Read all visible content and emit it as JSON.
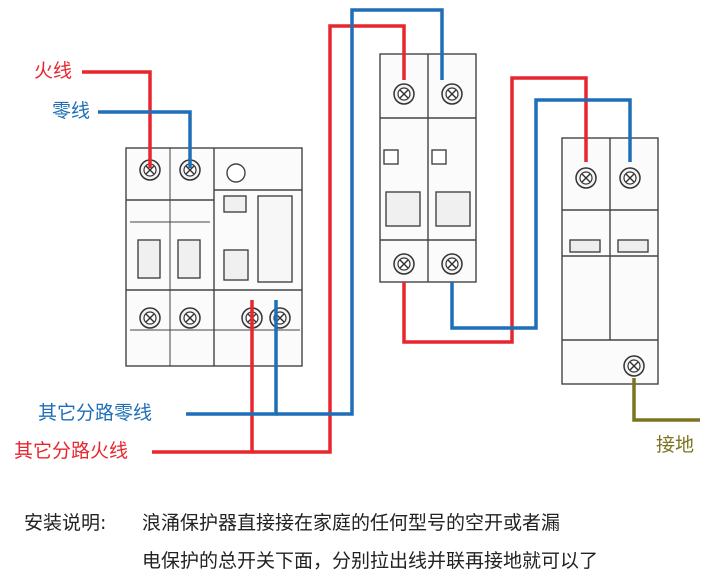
{
  "labels": {
    "live": "火线",
    "neutral": "零线",
    "branch_neutral": "其它分路零线",
    "branch_live": "其它分路火线",
    "ground": "接地"
  },
  "note": {
    "title": "安装说明:",
    "line1": "浪涌保护器直接接在家庭的任何型号的空开或者漏",
    "line2": "电保护的总开关下面，分别拉出线并联再接地就可以了"
  },
  "colors": {
    "live": "#e8262d",
    "neutral": "#1f6fb8",
    "ground": "#7c7421",
    "device_outline": "#444444"
  }
}
